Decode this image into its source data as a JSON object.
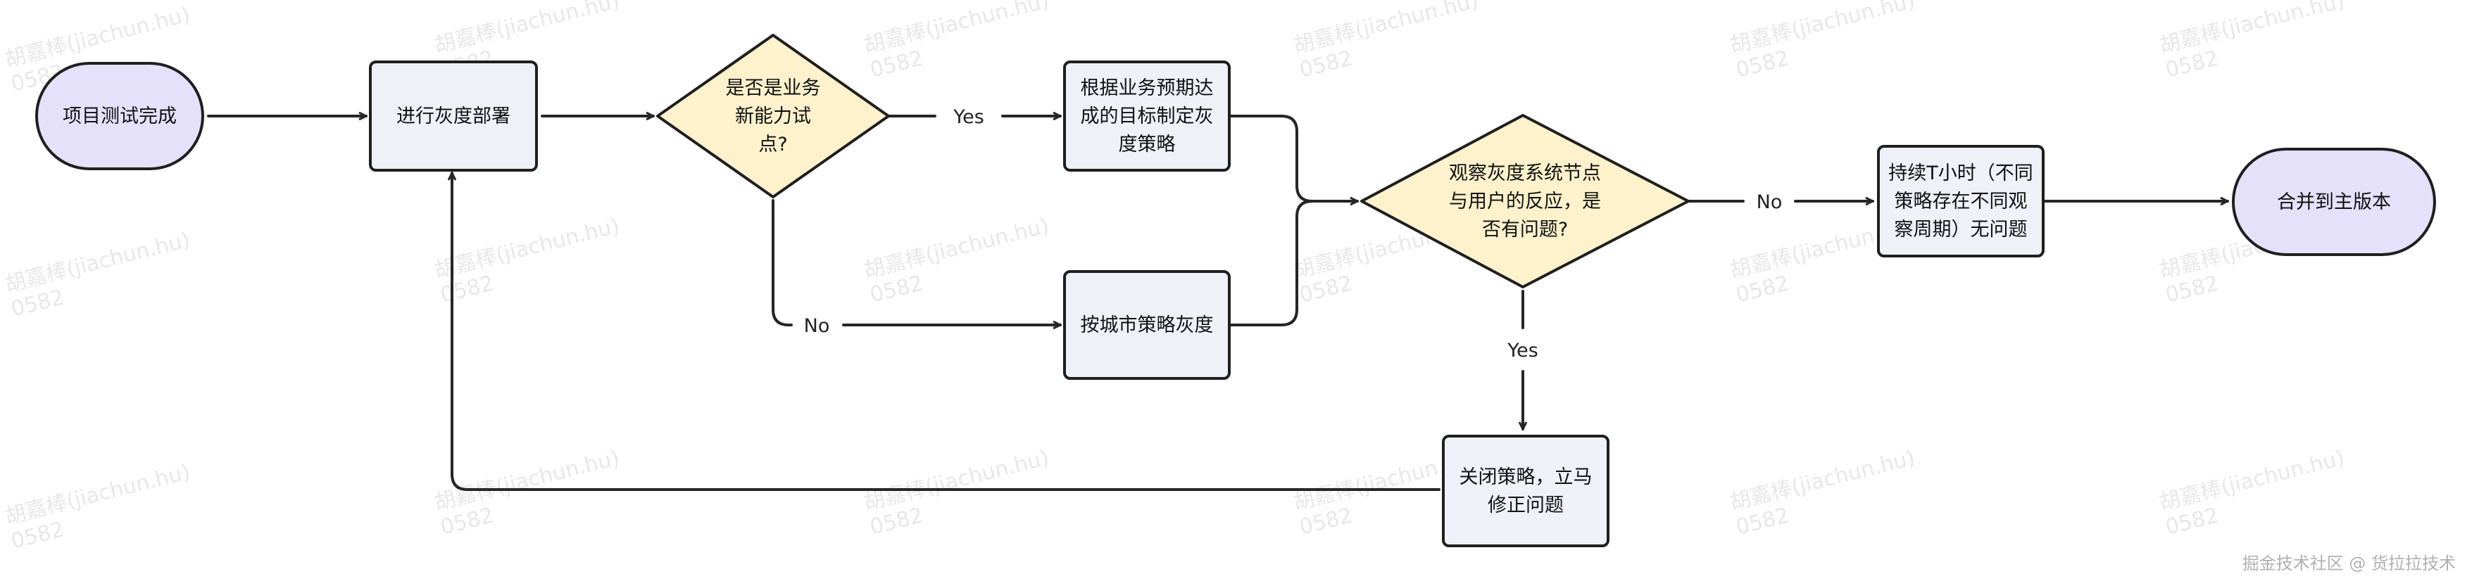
{
  "colors": {
    "terminal_fill": "#e6e1fb",
    "process_fill": "#eef1f8",
    "decision_fill": "#fdf2cc",
    "stroke": "#1f1f1f",
    "line": "#262626"
  },
  "nodes": {
    "start": {
      "lines": [
        "项目测试完成"
      ]
    },
    "deploy": {
      "lines": [
        "进行灰度部署"
      ]
    },
    "is_new_capability": {
      "lines": [
        "是否是业务",
        "新能力试",
        "点?"
      ]
    },
    "strategy_by_goal": {
      "lines": [
        "根据业务预期达",
        "成的目标制定灰",
        "度策略"
      ]
    },
    "strategy_by_city": {
      "lines": [
        "按城市策略灰度"
      ]
    },
    "observe": {
      "lines": [
        "观察灰度系统节点",
        "与用户的反应，是",
        "否有问题?"
      ]
    },
    "sustain": {
      "lines": [
        "持续T小时（不同",
        "策略存在不同观",
        "察周期）无问题"
      ]
    },
    "merge": {
      "lines": [
        "合并到主版本"
      ]
    },
    "rollback": {
      "lines": [
        "关闭策略，立马",
        "修正问题"
      ]
    }
  },
  "edge_labels": {
    "yes_1": "Yes",
    "no_1": "No",
    "no_2": "No",
    "yes_2": "Yes"
  },
  "watermark": {
    "line1": "胡嘉棒(jiachun.hu)",
    "line2": "0582"
  },
  "footer": "掘金技术社区 @ 货拉拉技术"
}
